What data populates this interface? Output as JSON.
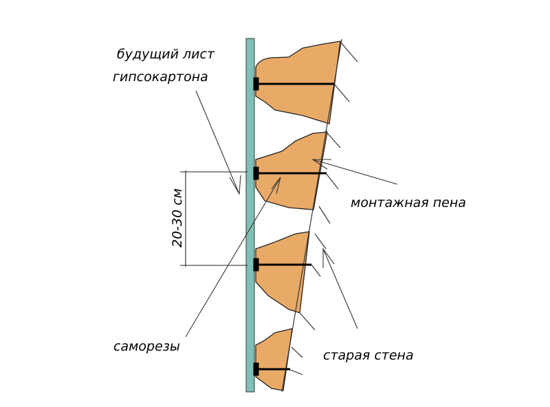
{
  "labels": {
    "drywall_line1": "будущий лист",
    "drywall_line2": "гипсокартона",
    "dimension": "20-30 см",
    "foam": "монтажная пена",
    "screws": "саморезы",
    "old_wall": "старая стена"
  },
  "colors": {
    "board": "#7fc0b4",
    "foam": "#e9aa68",
    "line": "#000000"
  }
}
